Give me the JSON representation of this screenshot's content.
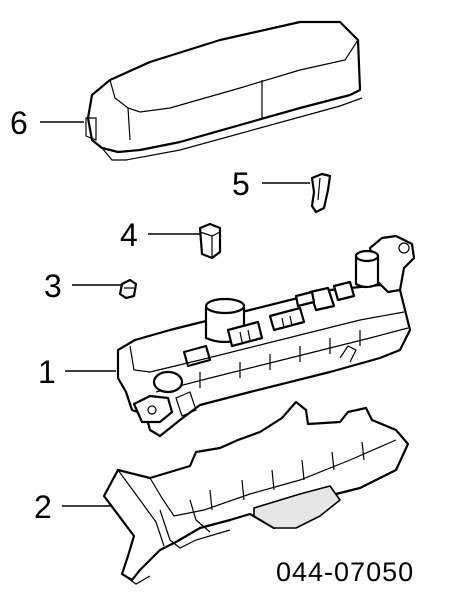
{
  "callouts": [
    {
      "id": "cover",
      "label": "6"
    },
    {
      "id": "clip",
      "label": "5"
    },
    {
      "id": "relay-small",
      "label": "4"
    },
    {
      "id": "fuse",
      "label": "3"
    },
    {
      "id": "block",
      "label": "1"
    },
    {
      "id": "lower-cover",
      "label": "2"
    }
  ],
  "part_number": "044-07050"
}
